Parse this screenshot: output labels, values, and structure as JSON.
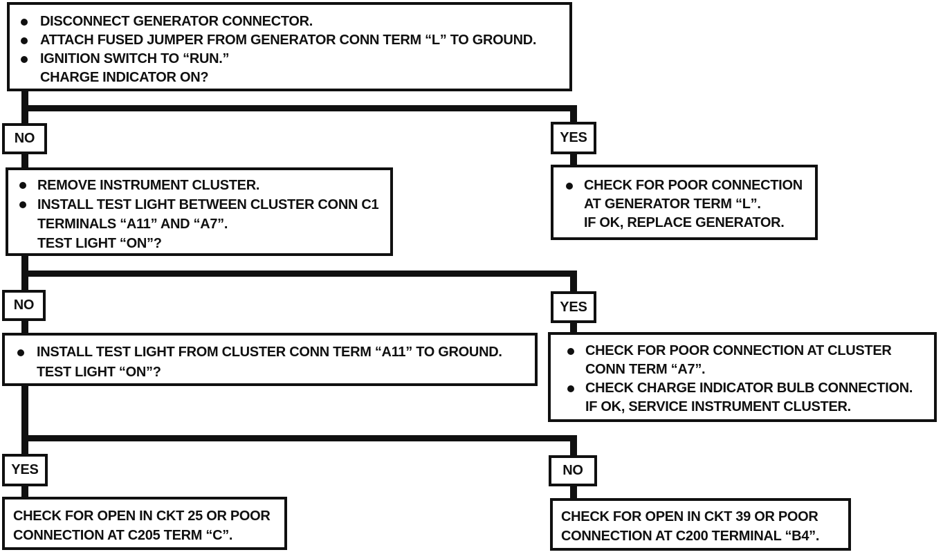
{
  "page": {
    "background": "#ffffff",
    "ink": "#101010",
    "description_kind": "troubleshooting-flowchart"
  },
  "boxes": {
    "start": {
      "lines": [
        {
          "bullet": true,
          "text": "DISCONNECT GENERATOR CONNECTOR."
        },
        {
          "bullet": true,
          "text": "ATTACH FUSED JUMPER FROM GENERATOR CONN TERM “L” TO GROUND."
        },
        {
          "bullet": true,
          "text": "IGNITION SWITCH TO “RUN.”"
        },
        {
          "bullet": false,
          "text": "CHARGE INDICATOR ON?"
        }
      ]
    },
    "remove_cluster": {
      "lines": [
        {
          "bullet": true,
          "text": "REMOVE INSTRUMENT CLUSTER."
        },
        {
          "bullet": true,
          "text": "INSTALL TEST LIGHT BETWEEN CLUSTER CONN C1"
        },
        {
          "bullet": false,
          "text": "TERMINALS “A11” AND “A7”."
        },
        {
          "bullet": false,
          "text": "TEST LIGHT “ON”?"
        }
      ]
    },
    "poor_conn_generator": {
      "lines": [
        {
          "bullet": true,
          "text": "CHECK FOR POOR CONNECTION"
        },
        {
          "bullet": false,
          "text": "AT GENERATOR TERM “L”."
        },
        {
          "bullet": false,
          "text": "IF OK, REPLACE GENERATOR."
        }
      ]
    },
    "test_light_ground": {
      "lines": [
        {
          "bullet": true,
          "text": "INSTALL TEST LIGHT FROM CLUSTER CONN TERM “A11” TO GROUND."
        },
        {
          "bullet": false,
          "text": "TEST LIGHT “ON”?"
        }
      ]
    },
    "poor_conn_cluster": {
      "lines": [
        {
          "bullet": true,
          "text": "CHECK FOR POOR CONNECTION AT CLUSTER"
        },
        {
          "bullet": false,
          "text": "CONN TERM “A7”."
        },
        {
          "bullet": true,
          "text": "CHECK CHARGE INDICATOR BULB CONNECTION."
        },
        {
          "bullet": false,
          "text": "IF OK, SERVICE INSTRUMENT CLUSTER."
        }
      ]
    },
    "open_ckt25": {
      "lines": [
        {
          "bullet": false,
          "text": "CHECK FOR OPEN IN CKT 25 OR POOR"
        },
        {
          "bullet": false,
          "text": "CONNECTION AT C205 TERM “C”."
        }
      ]
    },
    "open_ckt39": {
      "lines": [
        {
          "bullet": false,
          "text": "CHECK FOR OPEN IN CKT 39 OR POOR"
        },
        {
          "bullet": false,
          "text": "CONNECTION AT C200 TERMINAL “B4”."
        }
      ]
    }
  },
  "labels": {
    "row1_left": "NO",
    "row1_right": "YES",
    "row2_left": "NO",
    "row2_right": "YES",
    "row3_left": "YES",
    "row3_right": "NO"
  }
}
